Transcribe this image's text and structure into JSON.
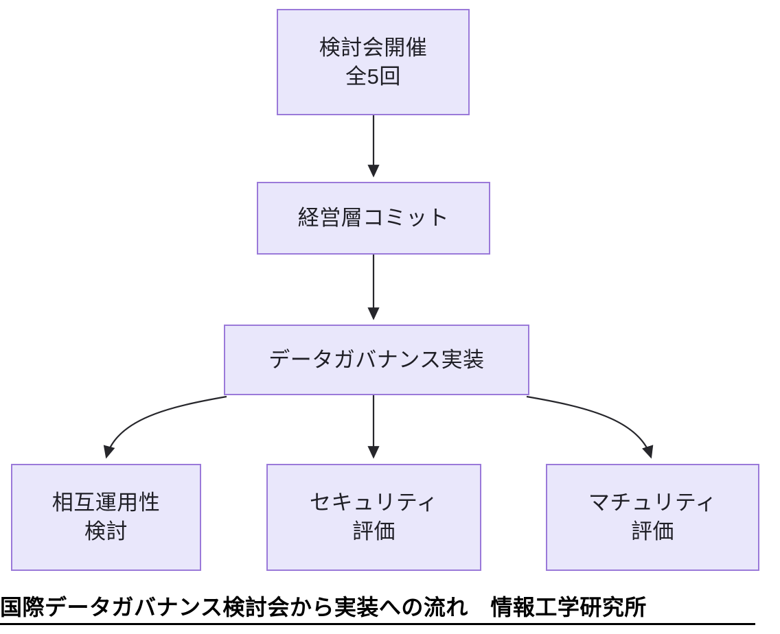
{
  "diagram": {
    "type": "flowchart",
    "direction": "top-down",
    "theme": {
      "node_fill": "#e9e7fb",
      "node_border": "#9a79d9",
      "edge_color": "#26262b",
      "text_color": "#1f1f26",
      "background": "#ffffff",
      "caption_color": "#000000"
    },
    "nodes": [
      {
        "id": "kentoukai",
        "lines": [
          "検討会開催",
          "全5回"
        ]
      },
      {
        "id": "keieisou",
        "lines": [
          "経営層コミット"
        ]
      },
      {
        "id": "governance",
        "lines": [
          "データガバナンス実装"
        ]
      },
      {
        "id": "sougo",
        "lines": [
          "相互運用性",
          "検討"
        ]
      },
      {
        "id": "security",
        "lines": [
          "セキュリティ",
          "評価"
        ]
      },
      {
        "id": "maturity",
        "lines": [
          "マチュリティ",
          "評価"
        ]
      }
    ],
    "edges": [
      {
        "from": "kentoukai",
        "to": "keieisou",
        "style": "straight-arrow"
      },
      {
        "from": "keieisou",
        "to": "governance",
        "style": "straight-arrow"
      },
      {
        "from": "governance",
        "to": "sougo",
        "style": "curved-arrow"
      },
      {
        "from": "governance",
        "to": "security",
        "style": "straight-arrow"
      },
      {
        "from": "governance",
        "to": "maturity",
        "style": "curved-arrow"
      }
    ]
  },
  "caption": {
    "text": "国際データガバナンス検討会から実装への流れ　情報工学研究所"
  }
}
